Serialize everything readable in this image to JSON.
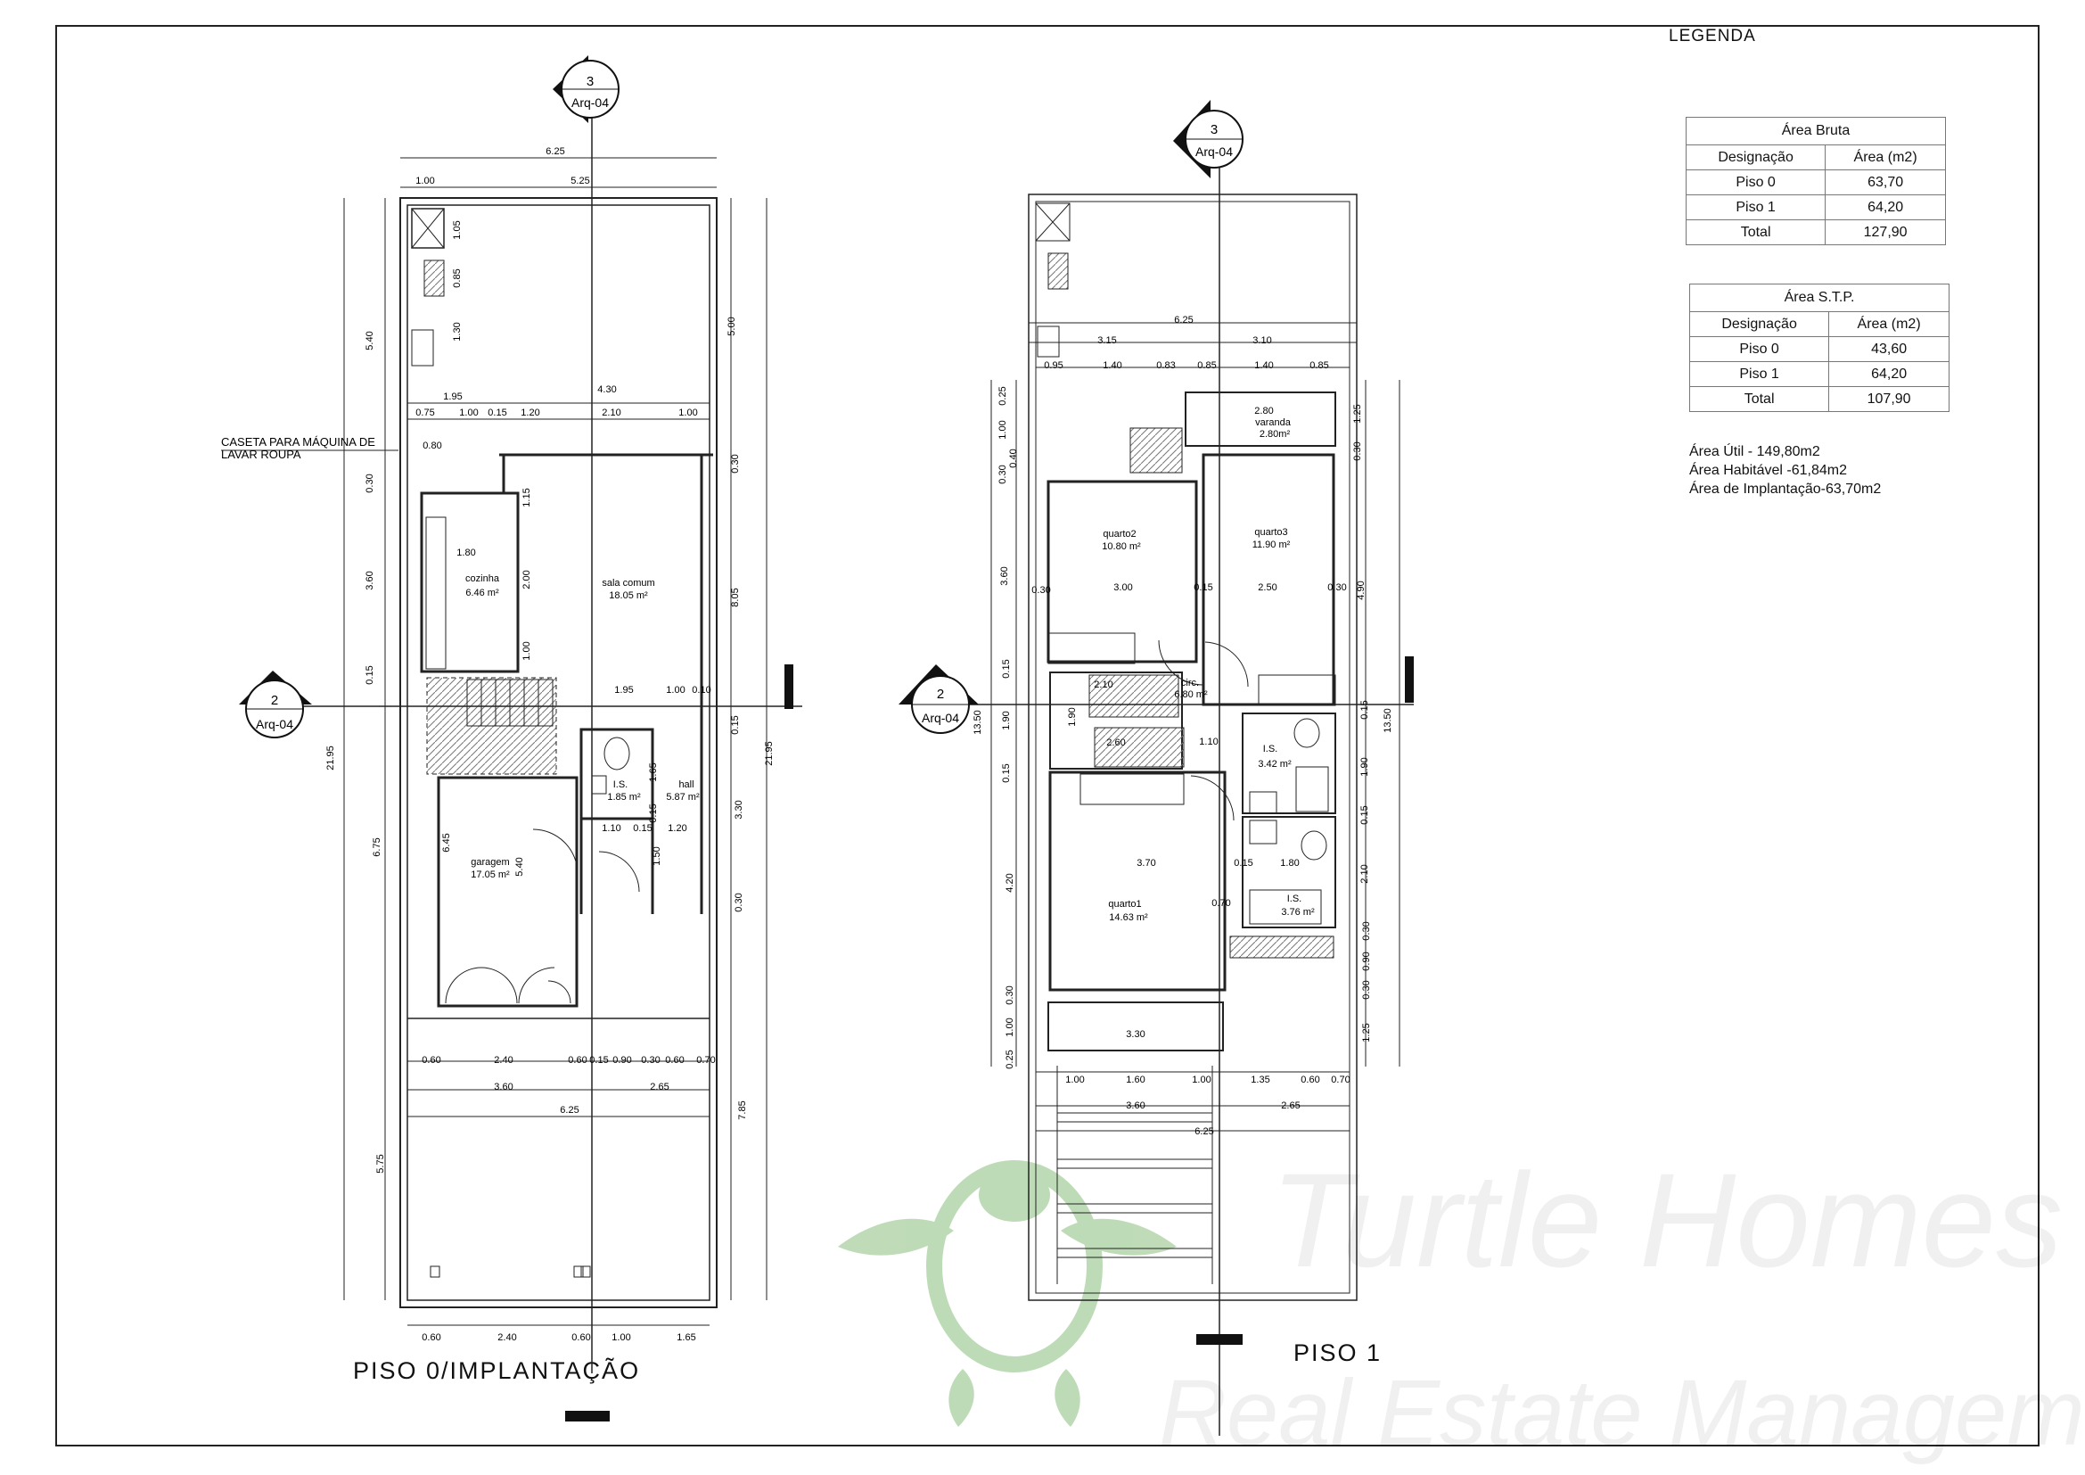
{
  "legend": {
    "title": "LEGENDA",
    "area_bruta": {
      "caption": "Área Bruta",
      "headers": [
        "Designação",
        "Área (m2)"
      ],
      "rows": [
        [
          "Piso 0",
          "63,70"
        ],
        [
          "Piso 1",
          "64,20"
        ],
        [
          "Total",
          "127,90"
        ]
      ]
    },
    "area_stp": {
      "caption": "Área S.T.P.",
      "headers": [
        "Designação",
        "Área (m2)"
      ],
      "rows": [
        [
          "Piso 0",
          "43,60"
        ],
        [
          "Piso 1",
          "64,20"
        ],
        [
          "Total",
          "107,90"
        ]
      ]
    },
    "area_util": "Área Útil - 149,80m2",
    "area_habitavel": "Área Habitável -61,84m2",
    "area_implantacao": "Área de Implantação-63,70m2"
  },
  "plans": {
    "piso0_title": "PISO 0/IMPLANTAÇÃO",
    "piso1_title": "PISO 1",
    "section_number_3": "3",
    "section_number_2": "2",
    "section_sheet": "Arq-04",
    "caseta_line1": "CASETA PARA MÁQUINA DE",
    "caseta_line2": "LAVAR ROUPA",
    "piso0_rooms": [
      {
        "name": "cozinha",
        "area": "6.46 m²"
      },
      {
        "name": "sala comum",
        "area": "18.05 m²"
      },
      {
        "name": "I.S.",
        "area": "1.85 m²"
      },
      {
        "name": "hall",
        "area": "5.87 m²"
      },
      {
        "name": "garagem",
        "area": "17.05 m²"
      }
    ],
    "piso1_rooms": [
      {
        "name": "varanda",
        "area": "2.80m²"
      },
      {
        "name": "quarto2",
        "area": "10.80 m²"
      },
      {
        "name": "quarto3",
        "area": "11.90 m²"
      },
      {
        "name": "circ.",
        "area": "6.80 m²"
      },
      {
        "name": "I.S.",
        "area": "3.42 m²"
      },
      {
        "name": "quarto1",
        "area": "14.63 m²"
      },
      {
        "name": "I.S.",
        "area": "3.76 m²"
      }
    ],
    "piso0_dims": {
      "top_overall": "6.25",
      "top_a": "1.00",
      "top_b": "5.25",
      "left_a": "5.40",
      "left_b": "0.30",
      "left_c": "3.60",
      "left_d": "0.15",
      "left_e": "6.75",
      "left_f": "5.75",
      "left_total": "21.95",
      "right_a": "5.00",
      "right_b": "0.30",
      "right_c": "8.05",
      "right_d": "0.15",
      "right_e": "3.30",
      "right_f": "0.30",
      "right_g": "7.85",
      "right_total": "21.95",
      "yard_1": "1.05",
      "yard_2": "0.85",
      "yard_3": "1.30",
      "r1_a": "1.95",
      "r1_b": "4.30",
      "r2": [
        "0.75",
        "1.00",
        "0.15",
        "1.20",
        "2.10",
        "1.00"
      ],
      "caseta": "0.80",
      "k_a": "1.15",
      "k_b": "1.80",
      "k_c": "2.00",
      "k_d": "1.00",
      "st_a": "1.95",
      "st_b": "1.00",
      "st_c": "0.10",
      "is_a": "1.65",
      "is_b": "1.10",
      "is_c": "0.15",
      "is_d": "1.20",
      "is_e": "0.15",
      "is_f": "1.50",
      "g_a": "6.45",
      "g_b": "5.40",
      "f1": [
        "0.60",
        "2.40",
        "0.60",
        "0.15",
        "0.90",
        "0.30",
        "0.60",
        "0.70"
      ],
      "f2_a": "3.60",
      "f2_b": "2.65",
      "f3": "6.25",
      "bot": [
        "0.60",
        "2.40",
        "0.60",
        "1.00",
        "1.65"
      ]
    },
    "piso1_dims": {
      "top_overall": "6.25",
      "t_a": "3.15",
      "t_b": "3.10",
      "t2": [
        "0.95",
        "1.40",
        "0.83",
        "0.85",
        "1.40",
        "0.85"
      ],
      "left_a": "0.25",
      "left_b": "1.00",
      "left_c": "0.30",
      "left_d": "0.40",
      "left_e": "3.60",
      "left_f": "0.15",
      "left_g": "1.90",
      "left_h": "0.15",
      "left_i": "4.20",
      "left_j": "0.30",
      "left_k": "1.00",
      "left_l": "0.25",
      "left_total": "13.50",
      "right_a": "1.25",
      "right_b": "0.30",
      "right_c": "4.90",
      "right_d": "0.15",
      "right_e": "1.90",
      "right_f": "0.15",
      "right_g": "2.10",
      "right_h": "0.30",
      "right_i": "0.90",
      "right_j": "0.30",
      "right_k": "1.25",
      "right_total": "13.50",
      "varanda_w": "2.80",
      "q": [
        "0.30",
        "3.00",
        "0.15",
        "2.50",
        "0.30"
      ],
      "st_a": "2.10",
      "st_b": "1.90",
      "st_c": "2.60",
      "st_d": "1.10",
      "q1_a": "3.70",
      "q1_b": "0.15",
      "q1_c": "1.80",
      "q1_d": "0.70",
      "bal": "3.30",
      "f1": [
        "1.00",
        "1.60",
        "1.00",
        "1.35",
        "0.60",
        "0.70"
      ],
      "f2_a": "3.60",
      "f2_b": "2.65",
      "f3": "6.25"
    }
  },
  "watermark": {
    "line1": "Turtle Homes",
    "line2": "Real Estate Management",
    "color": "#8cc084"
  }
}
